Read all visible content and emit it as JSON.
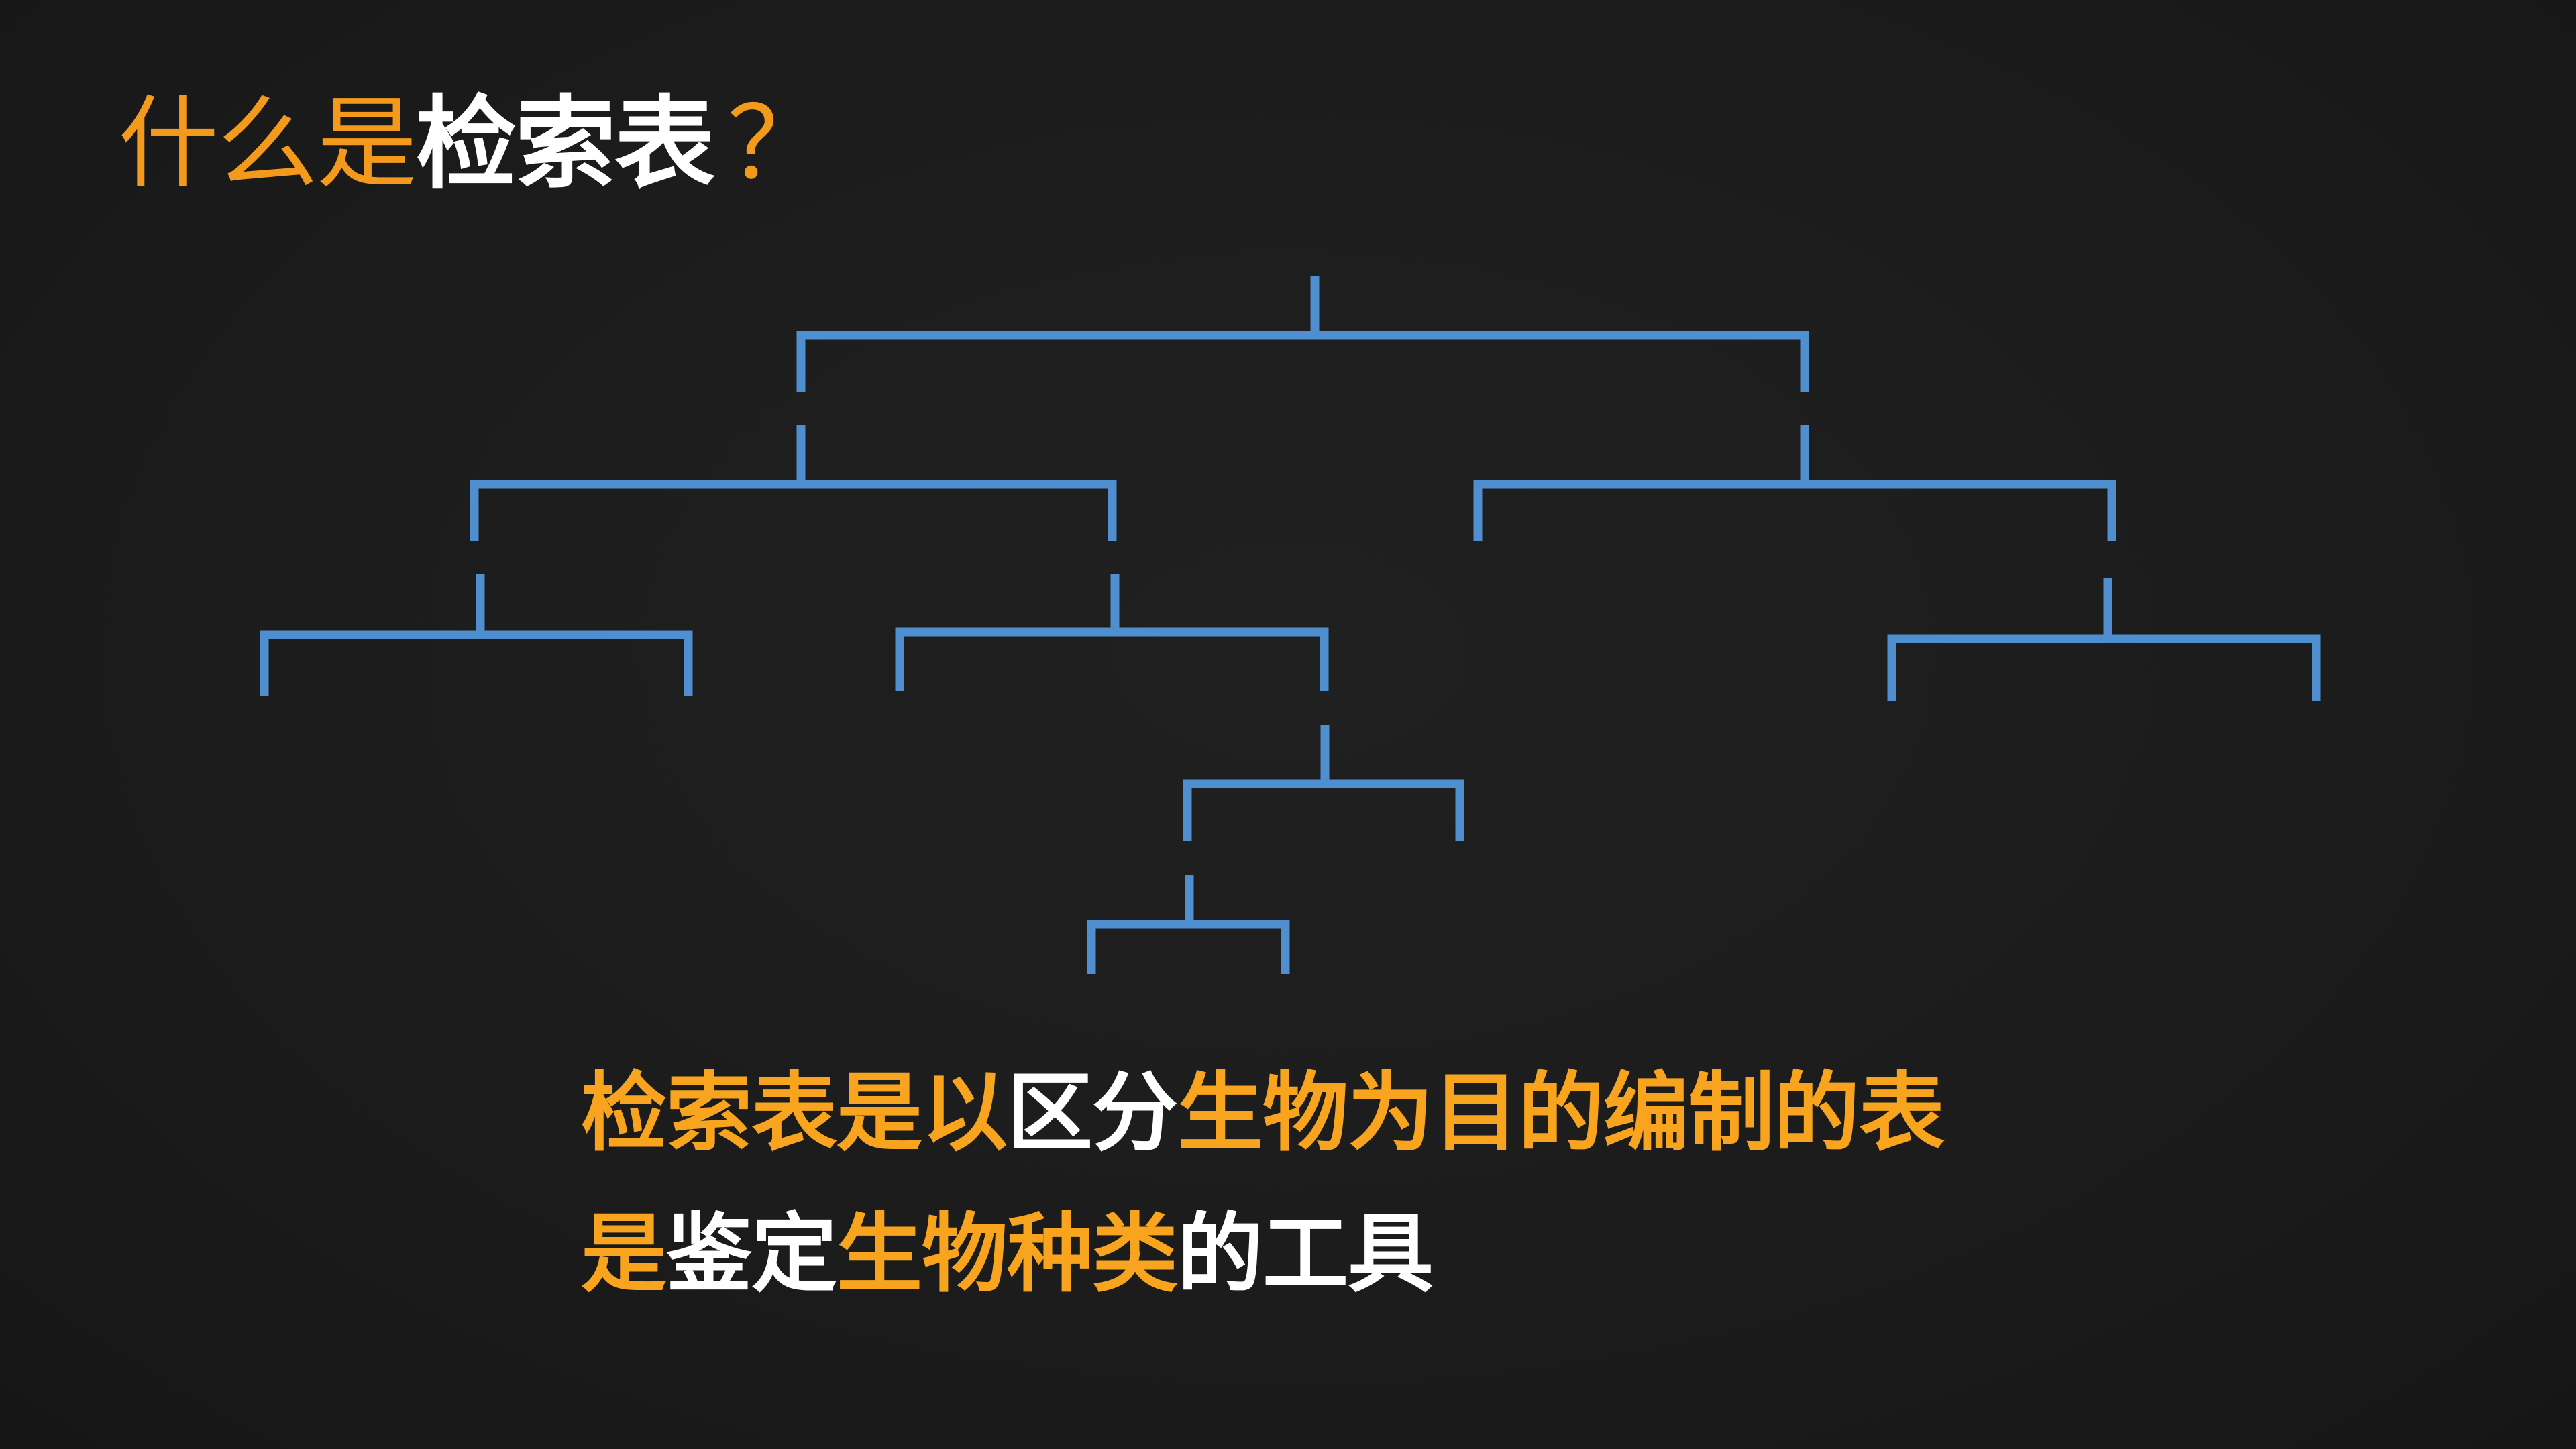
{
  "title": {
    "part1": "什么是",
    "part2": "检索表",
    "part3": "？"
  },
  "definition": {
    "line1": {
      "seg1": "检索表是以",
      "seg2": "区分",
      "seg3": "生物为目的编制的表"
    },
    "line2": {
      "seg1": "是",
      "seg2": "鉴定",
      "seg3": "生物种类",
      "seg4": "的工具"
    }
  },
  "colors": {
    "background": "#1c1c1c",
    "accent_orange": "#f39a1c",
    "text_white": "#ffffff",
    "tree_blue": "#4f8fd0"
  }
}
